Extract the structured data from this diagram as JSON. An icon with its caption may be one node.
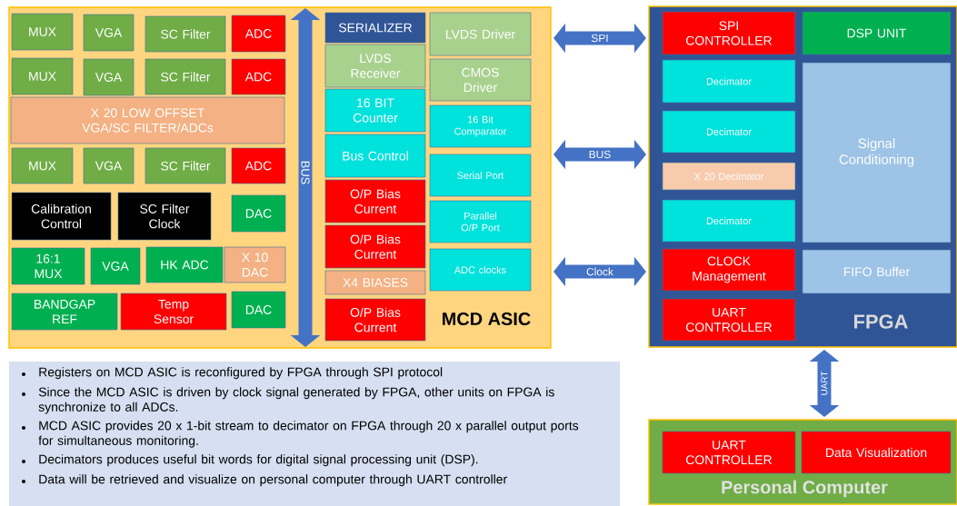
{
  "diagram": {
    "nodes": [
      {
        "text": [
          "MCD ASIC"
        ]
      },
      {
        "text": [
          "MUX"
        ],
        "in": 0
      },
      {
        "text": [
          "VGA"
        ],
        "in": 0
      },
      {
        "text": [
          "SC Filter"
        ],
        "in": 0
      },
      {
        "text": [
          "ADC"
        ],
        "in": 0
      },
      {
        "text": [
          "MUX"
        ],
        "in": 0
      },
      {
        "text": [
          "VGA"
        ],
        "in": 0
      },
      {
        "text": [
          "SC Filter"
        ],
        "in": 0
      },
      {
        "text": [
          "ADC"
        ],
        "in": 0
      },
      {
        "text": [
          "X 20 LOW OFFSET VGA/SC FILTER/ADCs"
        ],
        "in": 0
      },
      {
        "text": [
          "MUX"
        ],
        "in": 0
      },
      {
        "text": [
          "VGA"
        ],
        "in": 0
      },
      {
        "text": [
          "SC Filter"
        ],
        "in": 0
      },
      {
        "text": [
          "ADC"
        ],
        "in": 0
      },
      {
        "text": [
          "Calibration Control"
        ],
        "in": 0
      },
      {
        "text": [
          "SC Filter Clock"
        ],
        "in": 0
      },
      {
        "text": [
          "DAC"
        ],
        "in": 0
      },
      {
        "text": [
          "16:1 MUX"
        ],
        "in": 0
      },
      {
        "text": [
          "VGA"
        ],
        "in": 0
      },
      {
        "text": [
          "HK ADC"
        ],
        "in": 0
      },
      {
        "text": [
          "X 10 DAC"
        ],
        "in": 0
      },
      {
        "text": [
          "BANDGAP REF"
        ],
        "in": 0
      },
      {
        "text": [
          "Temp Sensor"
        ],
        "in": 0
      },
      {
        "text": [
          "DAC"
        ],
        "in": 0
      },
      {
        "text": [
          "BUS"
        ],
        "in": 0
      },
      {
        "text": [
          "SERIALIZER"
        ],
        "in": 0
      },
      {
        "text": [
          "LVDS Driver"
        ],
        "in": 0
      },
      {
        "text": [
          "LVDS Receiver"
        ],
        "in": 0
      },
      {
        "text": [
          "CMOS Driver"
        ],
        "in": 0
      },
      {
        "text": [
          "16 BIT Counter"
        ],
        "in": 0
      },
      {
        "text": [
          "16 Bit Comparator"
        ],
        "in": 0
      },
      {
        "text": [
          "Bus Control"
        ],
        "in": 0
      },
      {
        "text": [
          "Serial Port"
        ],
        "in": 0
      },
      {
        "text": [
          "O/P Bias Current"
        ],
        "in": 0
      },
      {
        "text": [
          "Parallel O/P Port"
        ],
        "in": 0
      },
      {
        "text": [
          "O/P Bias Current"
        ],
        "in": 0
      },
      {
        "text": [
          "ADC clocks"
        ],
        "in": 0
      },
      {
        "text": [
          "X4 BIASES"
        ],
        "in": 0
      },
      {
        "text": [
          "O/P Bias Current"
        ],
        "in": 0
      },
      {
        "text": [
          "FPGA"
        ]
      },
      {
        "text": [
          "SPI CONTROLLER"
        ],
        "in": 39
      },
      {
        "text": [
          "DSP UNIT"
        ],
        "in": 39
      },
      {
        "text": [
          "Decimator"
        ],
        "in": 39
      },
      {
        "text": [
          "Signal Conditioning"
        ],
        "in": 39
      },
      {
        "text": [
          "Decimator"
        ],
        "in": 39
      },
      {
        "text": [
          "X 20 Decimator"
        ],
        "in": 39
      },
      {
        "text": [
          "Decimator"
        ],
        "in": 39
      },
      {
        "text": [
          "CLOCK Management"
        ],
        "in": 39
      },
      {
        "text": [
          "FIFO Buffer"
        ],
        "in": 39
      },
      {
        "text": [
          "UART CONTROLLER"
        ],
        "in": 39
      },
      {
        "text": [
          "Personal Computer"
        ]
      },
      {
        "text": [
          "UART CONTROLLER"
        ],
        "in": 50
      },
      {
        "text": [
          "Data Visualization"
        ],
        "in": 50
      }
    ],
    "edges": [
      {
        "from": 0,
        "to": 39,
        "arrow": "both",
        "label": "SPI"
      },
      {
        "from": 0,
        "to": 39,
        "arrow": "both",
        "label": "BUS"
      },
      {
        "from": 0,
        "to": 39,
        "arrow": "both",
        "label": "Clock"
      },
      {
        "from": 39,
        "to": 50,
        "arrow": "both",
        "label": "UART"
      }
    ],
    "labels": [
      "Registers on MCD ASIC is reconfigured by FPGA through SPI protocol",
      "Since the MCD ASIC is driven by clock signal generated by FPGA, other units on FPGA is synchronize to all ADCs.",
      "MCD ASIC provides 20 x 1-bit stream to decimator on FPGA through 20 x parallel output ports for simultaneous monitoring.",
      "Decimators produces useful bit words for digital signal processing unit (DSP).",
      "Data will be retrieved and visualize on personal computer through UART controller"
    ]
  }
}
